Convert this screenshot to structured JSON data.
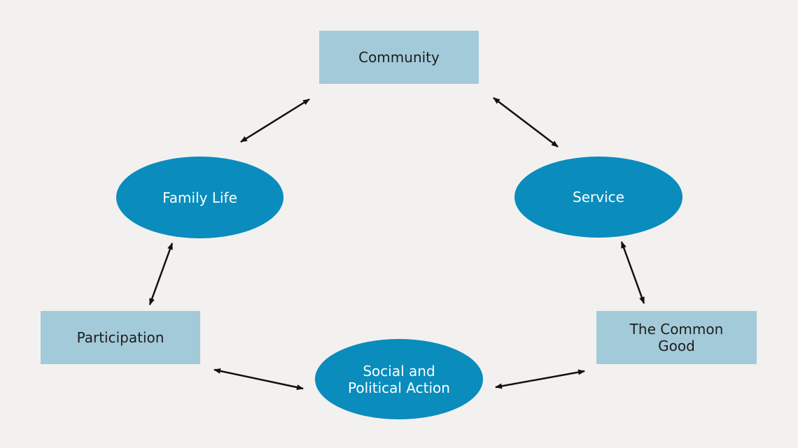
{
  "diagram": {
    "nodes": [
      {
        "id": "community",
        "shape": "rectangle",
        "label": "Community"
      },
      {
        "id": "family-life",
        "shape": "ellipse",
        "label": "Family Life"
      },
      {
        "id": "service",
        "shape": "ellipse",
        "label": "Service"
      },
      {
        "id": "participation",
        "shape": "rectangle",
        "label": "Participation"
      },
      {
        "id": "social-political",
        "shape": "ellipse",
        "label_line_1": "Social and",
        "label_line_2": "Political Action"
      },
      {
        "id": "common-good",
        "shape": "rectangle",
        "label_line_1": "The Common",
        "label_line_2": "Good"
      }
    ],
    "edges": [
      {
        "from": "community",
        "to": "family-life",
        "style": "double-arrow"
      },
      {
        "from": "community",
        "to": "service",
        "style": "double-arrow"
      },
      {
        "from": "family-life",
        "to": "participation",
        "style": "double-arrow"
      },
      {
        "from": "service",
        "to": "common-good",
        "style": "double-arrow"
      },
      {
        "from": "participation",
        "to": "social-political",
        "style": "double-arrow"
      },
      {
        "from": "social-political",
        "to": "common-good",
        "style": "double-arrow"
      }
    ],
    "colors": {
      "background": "#f2f1ef",
      "rectangle_fill": "#a3cad8",
      "ellipse_fill": "#0a8cbd",
      "rectangle_text": "#1d1d1d",
      "ellipse_text": "#ffffff",
      "arrow": "#111111"
    }
  }
}
